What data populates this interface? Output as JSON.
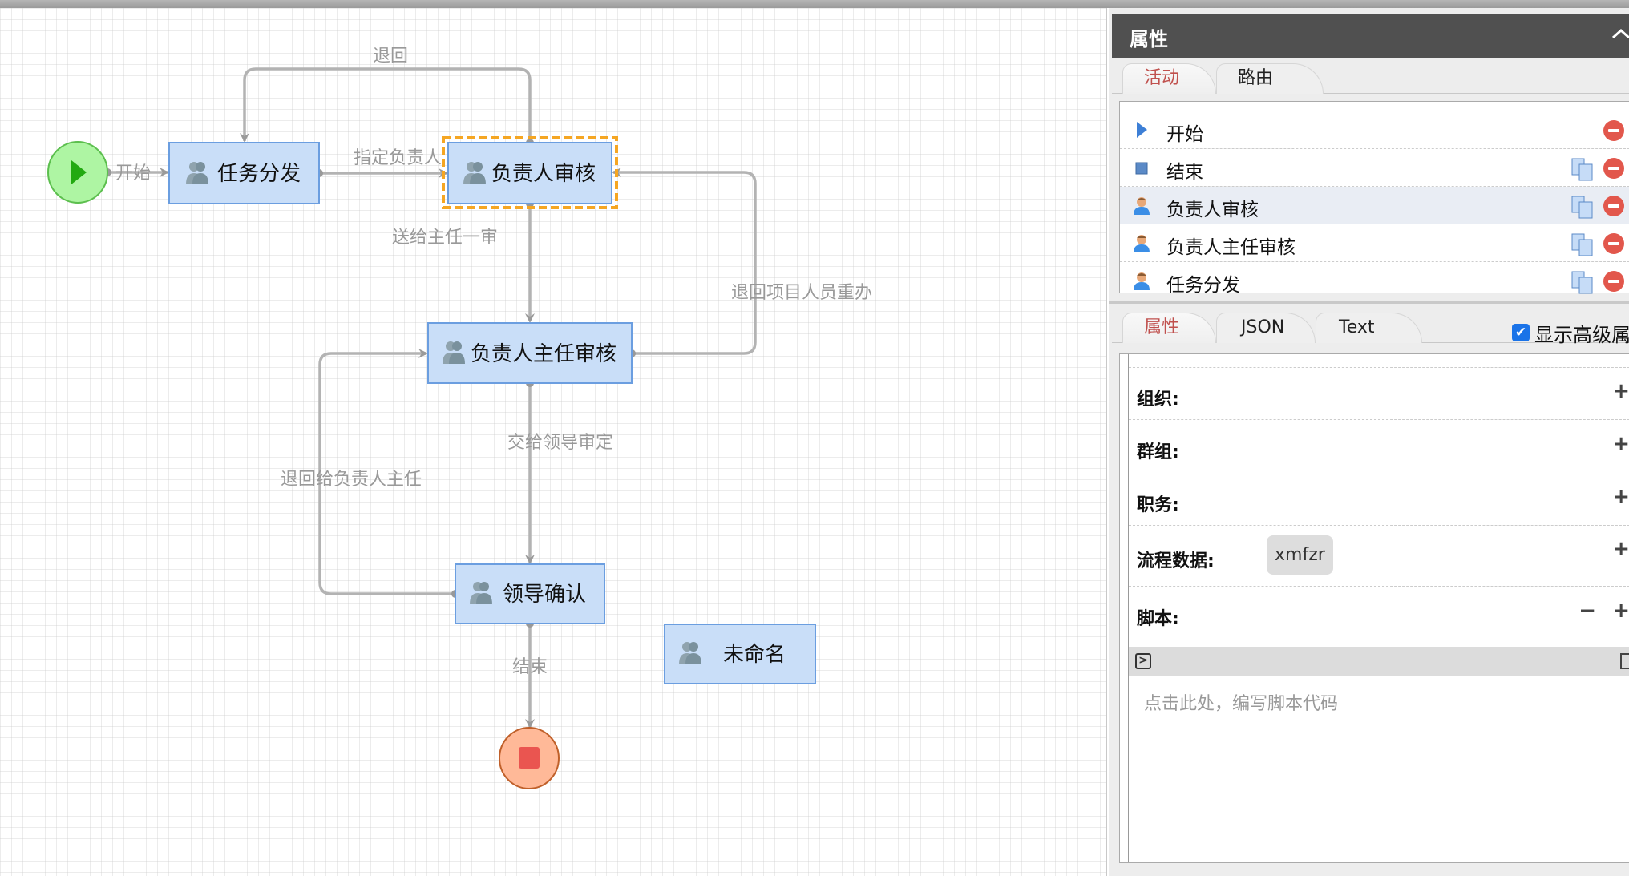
{
  "diagram": {
    "start_node": {
      "name": "start",
      "icon": "play-icon",
      "color": "#aef5a3"
    },
    "end_node": {
      "name": "end",
      "icon": "stop-icon",
      "color": "#ffb998"
    },
    "tasks": [
      {
        "id": "task-dispatch",
        "label": "任务分发",
        "icon": "users-icon",
        "selected": false
      },
      {
        "id": "owner-review",
        "label": "负责人审核",
        "icon": "users-icon",
        "selected": true
      },
      {
        "id": "owner-director-review",
        "label": "负责人主任审核",
        "icon": "users-icon",
        "selected": false
      },
      {
        "id": "leader-confirm",
        "label": "领导确认",
        "icon": "users-icon",
        "selected": false
      },
      {
        "id": "unnamed",
        "label": "未命名",
        "icon": "users-icon",
        "selected": false
      }
    ],
    "edges": [
      {
        "from": "start",
        "to": "task-dispatch",
        "label": "开始"
      },
      {
        "from": "task-dispatch",
        "to": "owner-review",
        "label": "指定负责人"
      },
      {
        "from": "owner-review",
        "to": "task-dispatch",
        "label": "退回"
      },
      {
        "from": "owner-review",
        "to": "owner-director-review",
        "label": "送给主任一审"
      },
      {
        "from": "owner-director-review",
        "to": "owner-review",
        "label": "退回项目人员重办"
      },
      {
        "from": "owner-director-review",
        "to": "leader-confirm",
        "label": "交给领导审定"
      },
      {
        "from": "leader-confirm",
        "to": "owner-director-review",
        "label": "退回给负责人主任"
      },
      {
        "from": "leader-confirm",
        "to": "end",
        "label": "结束"
      }
    ],
    "colors": {
      "selection": "#f5a623",
      "edge": "#b3b3b3",
      "task_fill": "#c9def8",
      "task_border": "#6b9ee0"
    }
  },
  "panel": {
    "title": "属性",
    "top_tabs": [
      {
        "label": "活动",
        "active": true
      },
      {
        "label": "路由",
        "active": false
      }
    ],
    "activities": [
      {
        "label": "开始",
        "icon": "start-arrow-icon",
        "copy": false,
        "remove": true,
        "selected": false
      },
      {
        "label": "结束",
        "icon": "end-square-icon",
        "copy": true,
        "remove": true,
        "selected": false
      },
      {
        "label": "负责人审核",
        "icon": "user-icon",
        "copy": true,
        "remove": true,
        "selected": true
      },
      {
        "label": "负责人主任审核",
        "icon": "user-icon",
        "copy": true,
        "remove": true,
        "selected": false
      },
      {
        "label": "任务分发",
        "icon": "user-icon",
        "copy": true,
        "remove": true,
        "selected": false
      }
    ],
    "bottom_tabs": [
      {
        "label": "属性",
        "active": true
      },
      {
        "label": "JSON",
        "active": false
      },
      {
        "label": "Text",
        "active": false
      }
    ],
    "show_advanced": {
      "label": "显示高级属性",
      "checked": true
    },
    "fields": [
      {
        "label": "组织:",
        "values": []
      },
      {
        "label": "群组:",
        "values": []
      },
      {
        "label": "职务:",
        "values": []
      },
      {
        "label": "流程数据:",
        "values": [
          "xmfzr"
        ]
      },
      {
        "label": "脚本:",
        "values": []
      }
    ],
    "script_placeholder": "点击此处，编写脚本代码",
    "accent_color": "#c0504d"
  }
}
